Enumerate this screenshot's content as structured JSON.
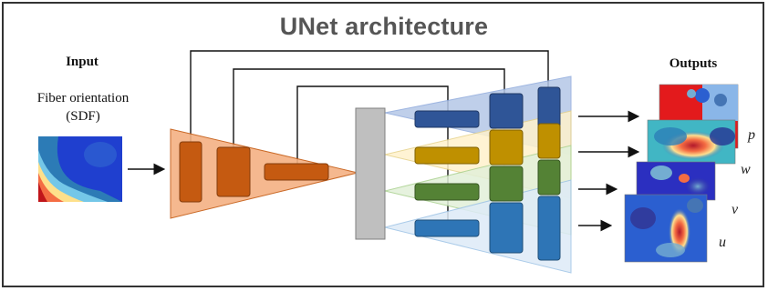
{
  "title": "UNet architecture",
  "input": {
    "heading": "Input",
    "description_line1": "Fiber orientation",
    "description_line2": "(SDF)"
  },
  "outputs": {
    "heading": "Outputs",
    "variables": [
      "p",
      "w",
      "v",
      "u"
    ]
  },
  "colors": {
    "encoder": "#f4b183",
    "encoder_block": "#c55a11",
    "bottleneck": "#bfbfbf",
    "decoder_p": "#b4c7e7",
    "decoder_w": "#fff2cc",
    "decoder_v": "#e2f0d9",
    "decoder_u": "#deebf7",
    "block_p": "#2f5597",
    "block_w": "#bf9000",
    "block_v": "#548235",
    "block_u": "#2e75b6"
  },
  "icons": [
    "arrow-right-icon"
  ]
}
